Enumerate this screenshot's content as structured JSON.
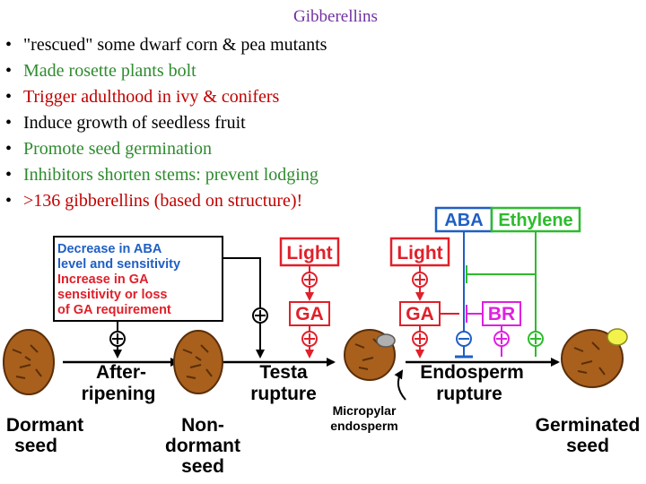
{
  "title": "Gibberellins",
  "bullets": [
    {
      "text": "\"rescued\" some dwarf corn & pea mutants",
      "color": "#000000"
    },
    {
      "text": "Made rosette plants bolt",
      "color": "#2e8b2e"
    },
    {
      "text": "Trigger adulthood in ivy & conifers",
      "color": "#c00000"
    },
    {
      "text": "Induce growth of seedless fruit",
      "color": "#000000"
    },
    {
      "text": "Promote seed germination",
      "color": "#2e8b2e"
    },
    {
      "text": "Inhibitors shorten stems: prevent lodging",
      "color": "#2e8b2e"
    },
    {
      "text": ">136 gibberellins (based on structure)!",
      "color": "#c00000"
    }
  ],
  "diagram": {
    "aba_box": "ABA",
    "ethylene_box": "Ethylene",
    "info_box": {
      "line1": "Decrease in ABA",
      "line2": "level and sensitivity",
      "line3": "Increase in GA",
      "line4": "sensitivity or loss",
      "line5": "of GA requirement"
    },
    "light_left": "Light",
    "light_right": "Light",
    "ga_left": "GA",
    "ga_right": "GA",
    "br": "BR",
    "after_ripening_1": "After-",
    "after_ripening_2": "ripening",
    "testa_1": "Testa",
    "testa_2": "rupture",
    "endosperm_1": "Endosperm",
    "endosperm_2": "rupture",
    "micropylar_1": "Micropylar",
    "micropylar_2": "endosperm",
    "dormant_1": "Dormant",
    "dormant_2": "seed",
    "nondormant_1": "Non-",
    "nondormant_2": "dormant",
    "nondormant_3": "seed",
    "germinated_1": "Germinated",
    "germinated_2": "seed"
  },
  "colors": {
    "aba": "#1f5fc4",
    "ethylene": "#2dbb2d",
    "red": "#e0202a",
    "magenta": "#e020e0",
    "seed": "#a8601c"
  }
}
